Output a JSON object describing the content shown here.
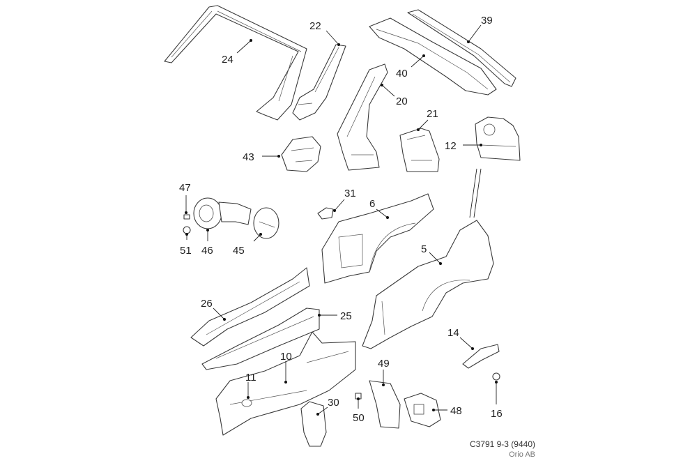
{
  "callouts": {
    "c24": "24",
    "c22": "22",
    "c39": "39",
    "c40": "40",
    "c20": "20",
    "c21": "21",
    "c12": "12",
    "c43": "43",
    "c47": "47",
    "c31": "31",
    "c6": "6",
    "c51": "51",
    "c46": "46",
    "c45": "45",
    "c5": "5",
    "c26": "26",
    "c25": "25",
    "c14": "14",
    "c11": "11",
    "c10": "10",
    "c49": "49",
    "c30": "30",
    "c48": "48",
    "c50": "50",
    "c16": "16"
  },
  "footer": {
    "code": "C3791 9-3 (9440)",
    "org": "Orio AB"
  }
}
